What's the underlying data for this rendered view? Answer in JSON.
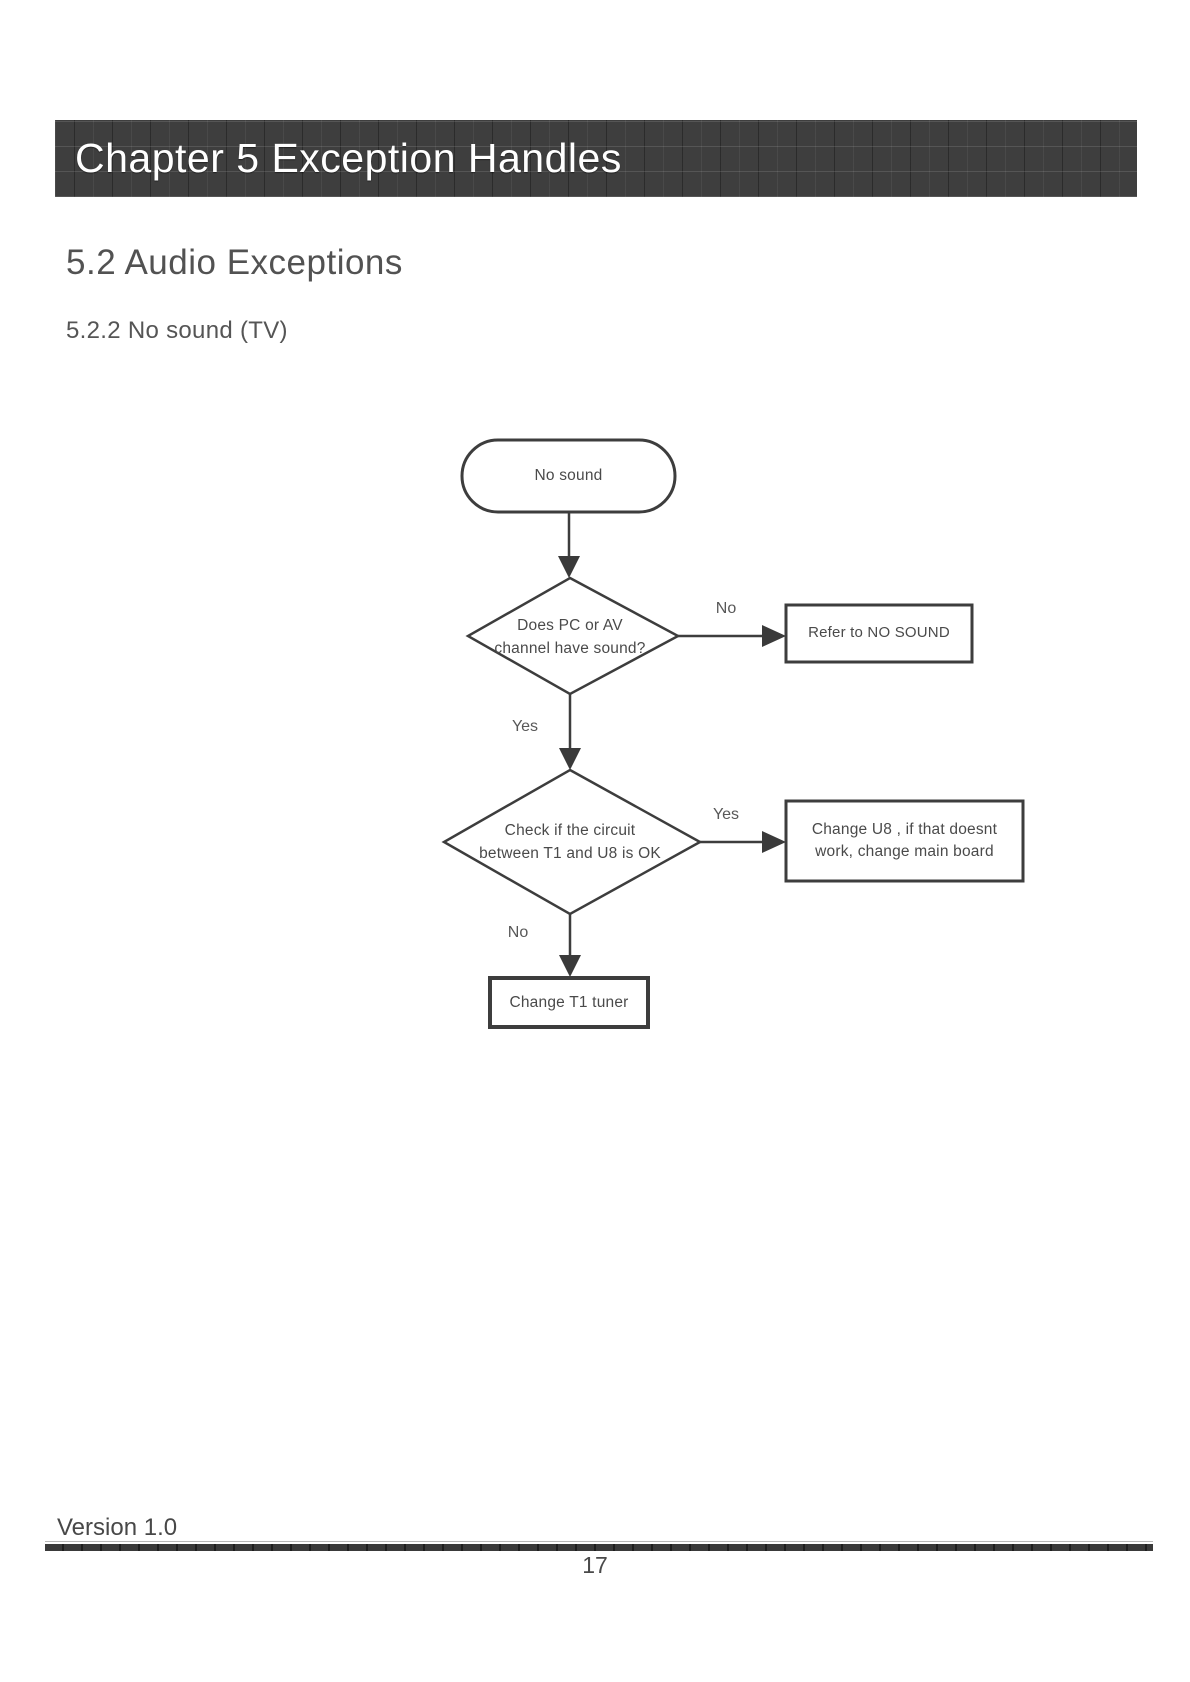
{
  "header": {
    "title": "Chapter 5 Exception Handles"
  },
  "section": {
    "title": "5.2 Audio Exceptions",
    "subtitle": "5.2.2 No sound (TV)"
  },
  "flowchart": {
    "start": "No sound",
    "decision1": "Does PC or AV\nchannel have sound?",
    "edge1_no": "No",
    "edge1_yes": "Yes",
    "box_refer": "Refer to NO SOUND",
    "decision2": "Check if the circuit\nbetween T1 and U8 is OK",
    "edge2_yes": "Yes",
    "edge2_no": "No",
    "box_u8": "Change U8 , if that doesnt\nwork, change main board",
    "box_t1": "Change T1 tuner"
  },
  "footer": {
    "version": "Version 1.0",
    "page_number": "17"
  },
  "colors": {
    "header_bg": "#3e3e3e",
    "header_text": "#ffffff",
    "line": "#3d3d3d",
    "body_text": "#4a4a4a"
  }
}
